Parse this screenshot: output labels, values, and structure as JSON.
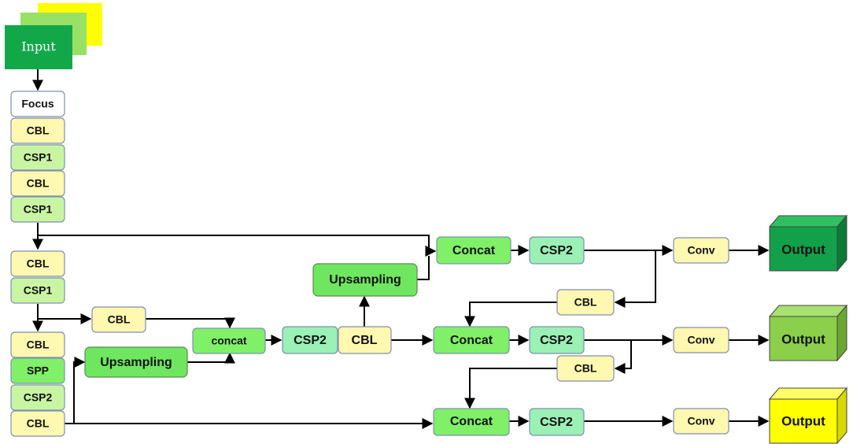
{
  "input": {
    "label": "Input",
    "colors": [
      "#ffff00",
      "#99e066",
      "#12a84a"
    ]
  },
  "backbone": [
    "Focus",
    "CBL",
    "CSP1",
    "CBL",
    "CSP1",
    "CBL",
    "CSP1",
    "CBL",
    "SPP",
    "CSP2",
    "CBL"
  ],
  "neck": {
    "cbl_branch": "CBL",
    "upsampling_low": "Upsampling",
    "concat_low": "concat",
    "csp2_mid": "CSP2",
    "cbl_mid": "CBL",
    "upsampling_high": "Upsampling",
    "concat_top": "Concat",
    "csp2_top": "CSP2",
    "cbl_right_top": "CBL",
    "concat_mid": "Concat",
    "csp2_mid2": "CSP2",
    "cbl_right_mid": "CBL",
    "concat_bottom": "Concat",
    "csp2_bottom": "CSP2"
  },
  "heads": [
    {
      "conv": "Conv",
      "output": "Output",
      "color": "#12a04a",
      "side": "#0b7a36",
      "top": "#2fc060"
    },
    {
      "conv": "Conv",
      "output": "Output",
      "color": "#8ccf4a",
      "side": "#6aa632",
      "top": "#a8e070"
    },
    {
      "conv": "Conv",
      "output": "Output",
      "color": "#ffff00",
      "side": "#d8d800",
      "top": "#ffff66"
    }
  ]
}
